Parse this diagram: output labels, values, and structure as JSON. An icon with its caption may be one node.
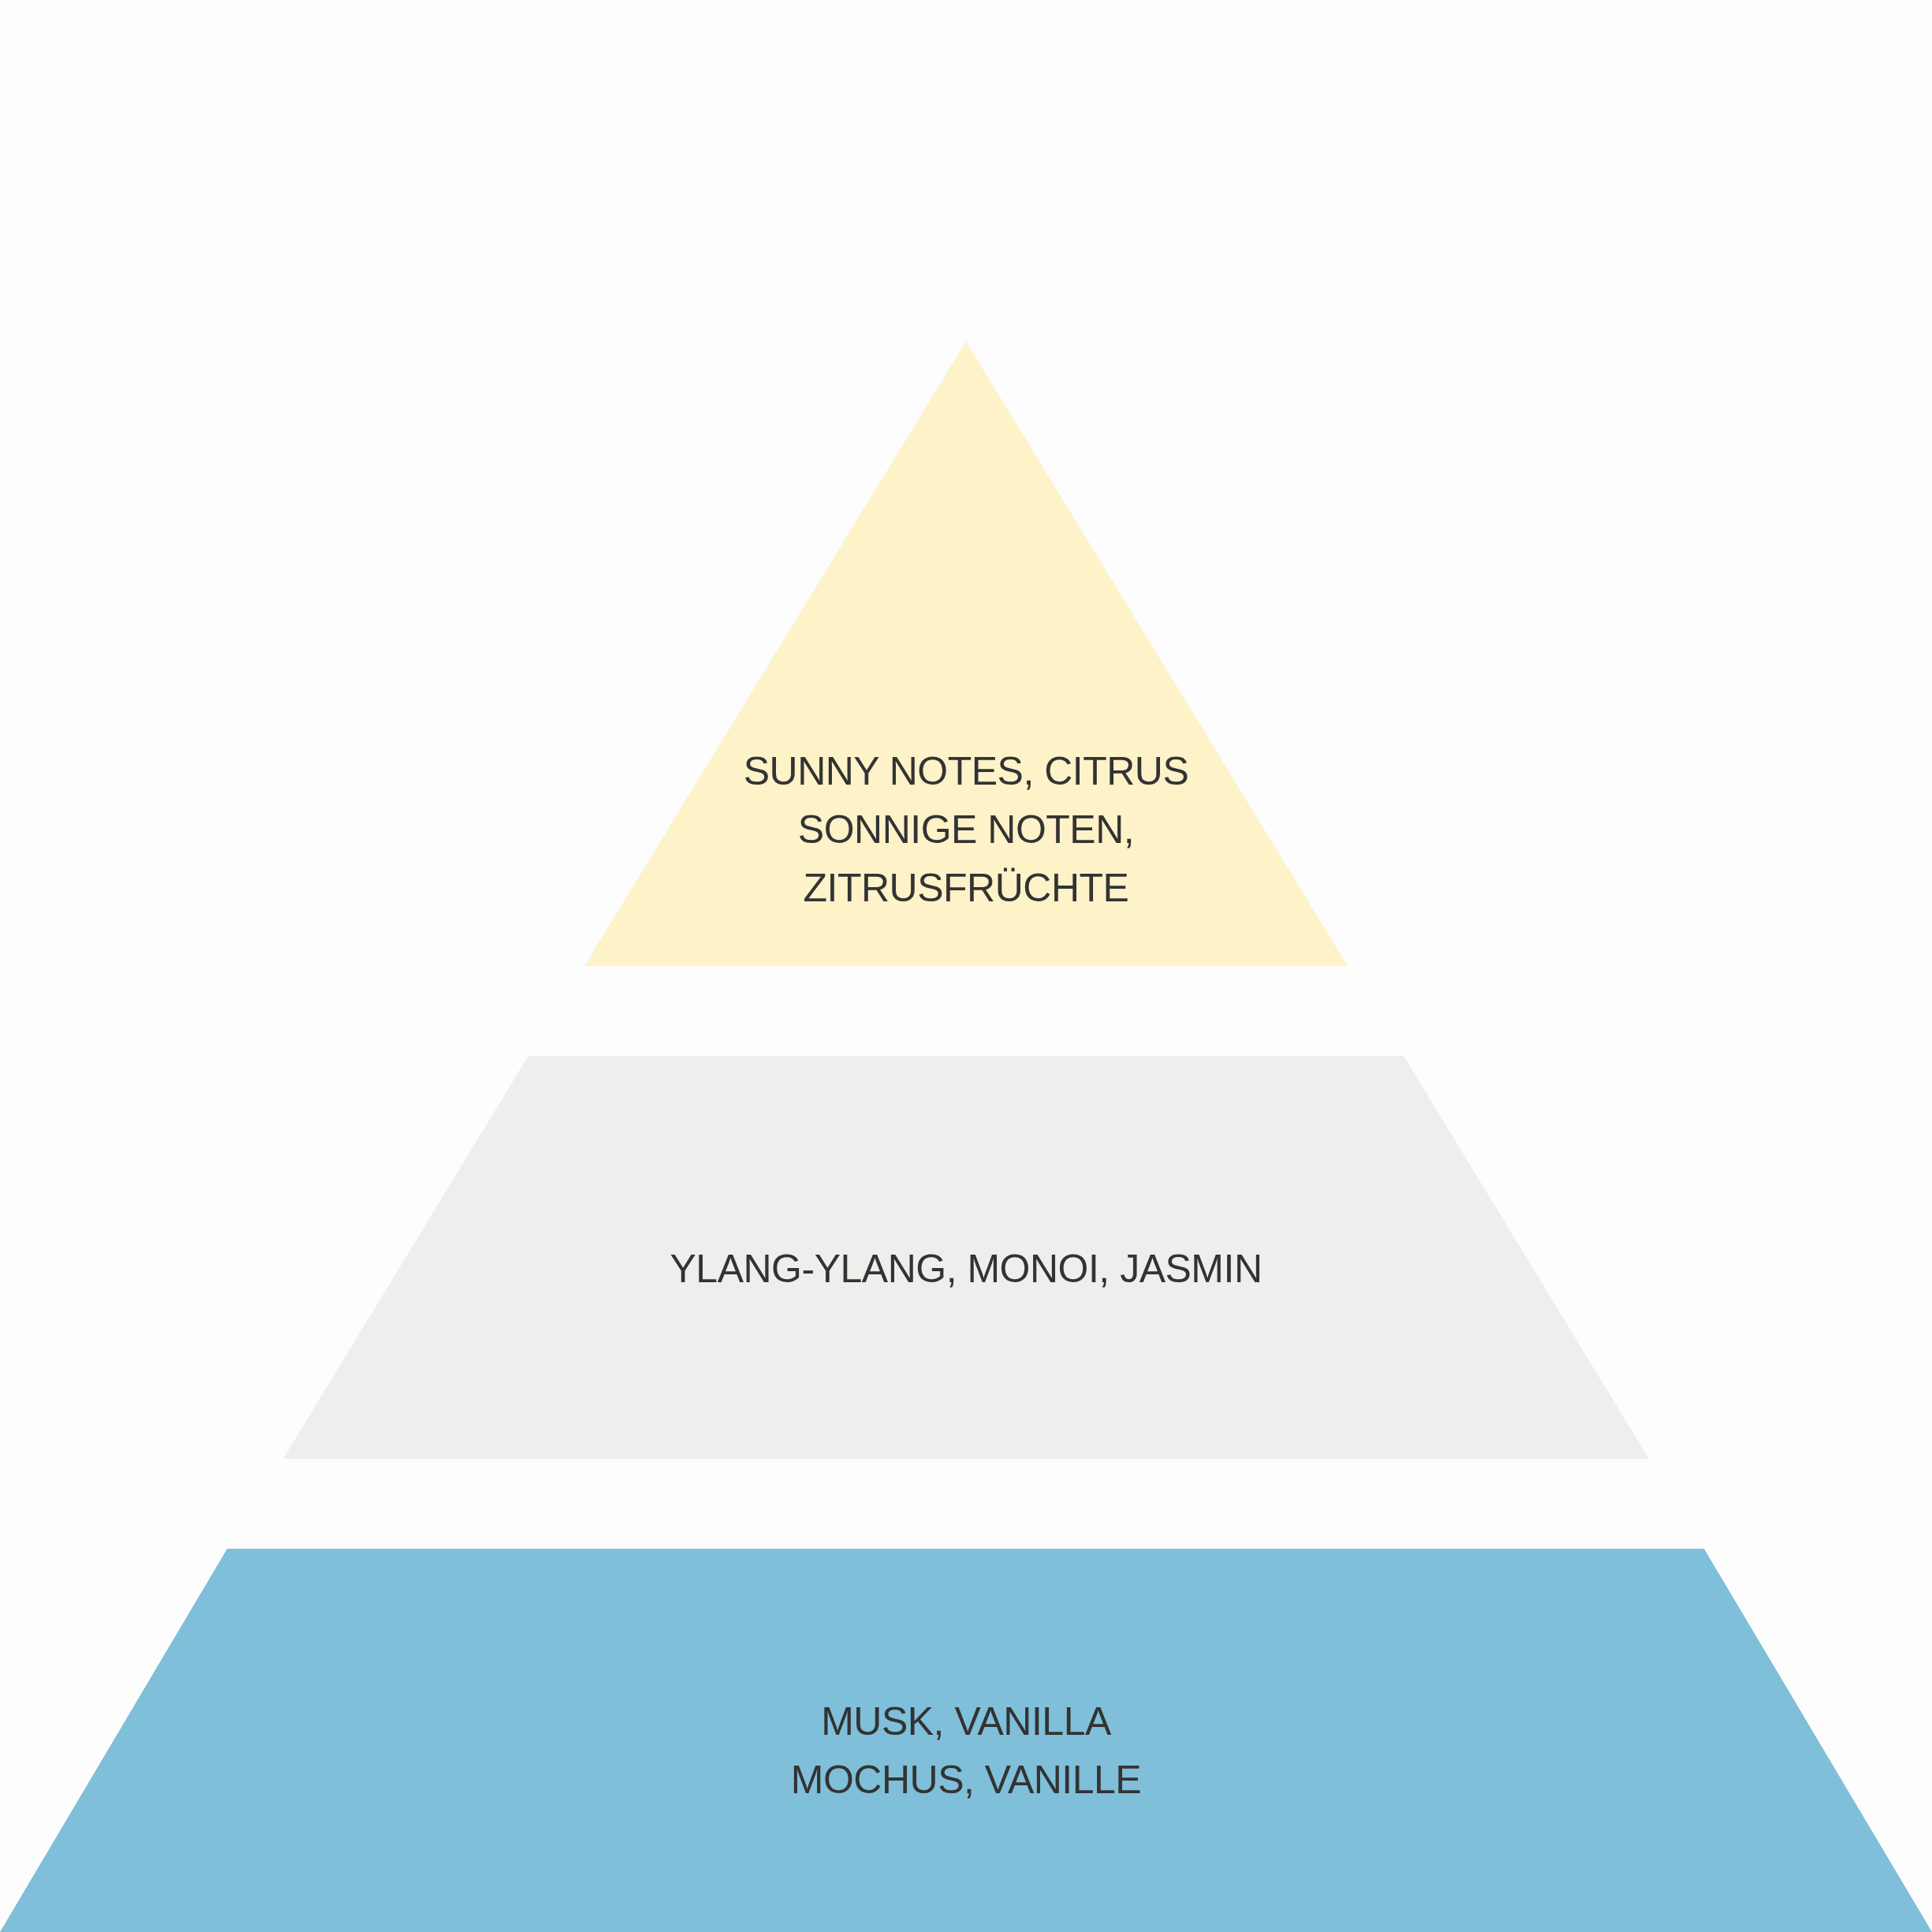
{
  "diagram": {
    "nodes": [
      {
        "text": [
          "SUNNY NOTES, CITRUS",
          "SONNIGE NOTEN, ZITRUSFRÜCHTE"
        ]
      },
      {
        "text": [
          "YLANG-YLANG, MONOI, JASMIN"
        ]
      },
      {
        "text": [
          "MUSK, VANILLA",
          "MOCHUS, VANILLE"
        ]
      }
    ]
  }
}
